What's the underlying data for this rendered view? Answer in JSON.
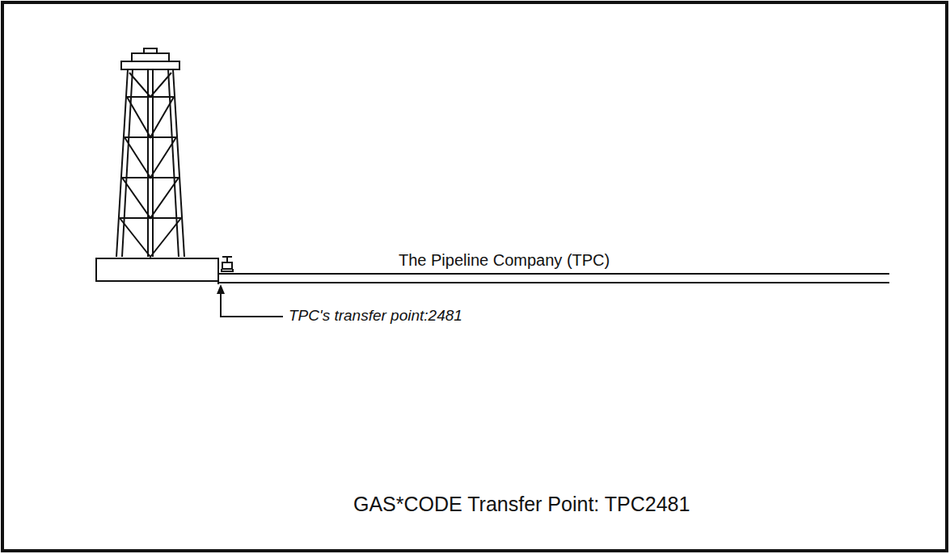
{
  "diagram": {
    "labels": [
      "The Pipeline Company (TPC)",
      "TPC's transfer point:2481",
      "GAS*CODE Transfer Point: TPC2481"
    ]
  }
}
